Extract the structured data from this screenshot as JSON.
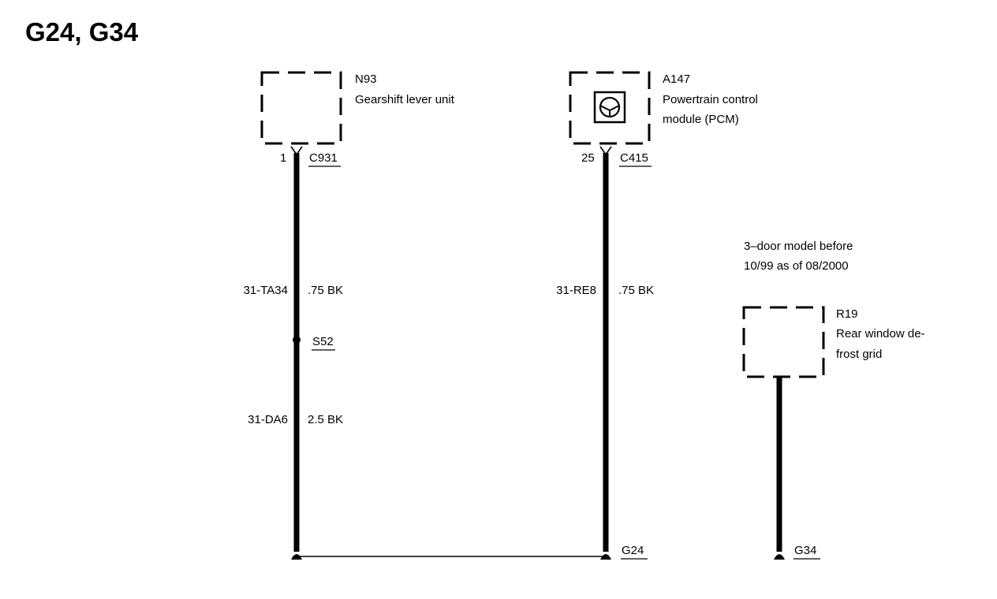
{
  "title": "G24, G34",
  "components": {
    "n93": {
      "id": "N93",
      "desc": "Gearshift lever unit"
    },
    "a147": {
      "id": "A147",
      "desc_line1": "Powertrain control",
      "desc_line2": "module (PCM)"
    },
    "r19": {
      "id": "R19",
      "desc_line1": "Rear window de-",
      "desc_line2": "frost grid"
    }
  },
  "connectors": {
    "c931": {
      "pin": "1",
      "name": "C931"
    },
    "c415": {
      "pin": "25",
      "name": "C415"
    }
  },
  "wires": {
    "w1": {
      "circuit": "31-TA34",
      "spec": ".75 BK"
    },
    "w2": {
      "circuit": "31-DA6",
      "spec": "2.5 BK"
    },
    "w3": {
      "circuit": "31-RE8",
      "spec": ".75 BK"
    }
  },
  "splice": {
    "name": "S52"
  },
  "grounds": {
    "g24": "G24",
    "g34": "G34"
  },
  "note": {
    "line1": "3–door model before",
    "line2": "10/99 as of 08/2000"
  },
  "colors": {
    "ink": "#000000",
    "background": "#ffffff"
  },
  "icons": {
    "pcm": "steering-wheel-icon",
    "ground": "ground-icon"
  }
}
